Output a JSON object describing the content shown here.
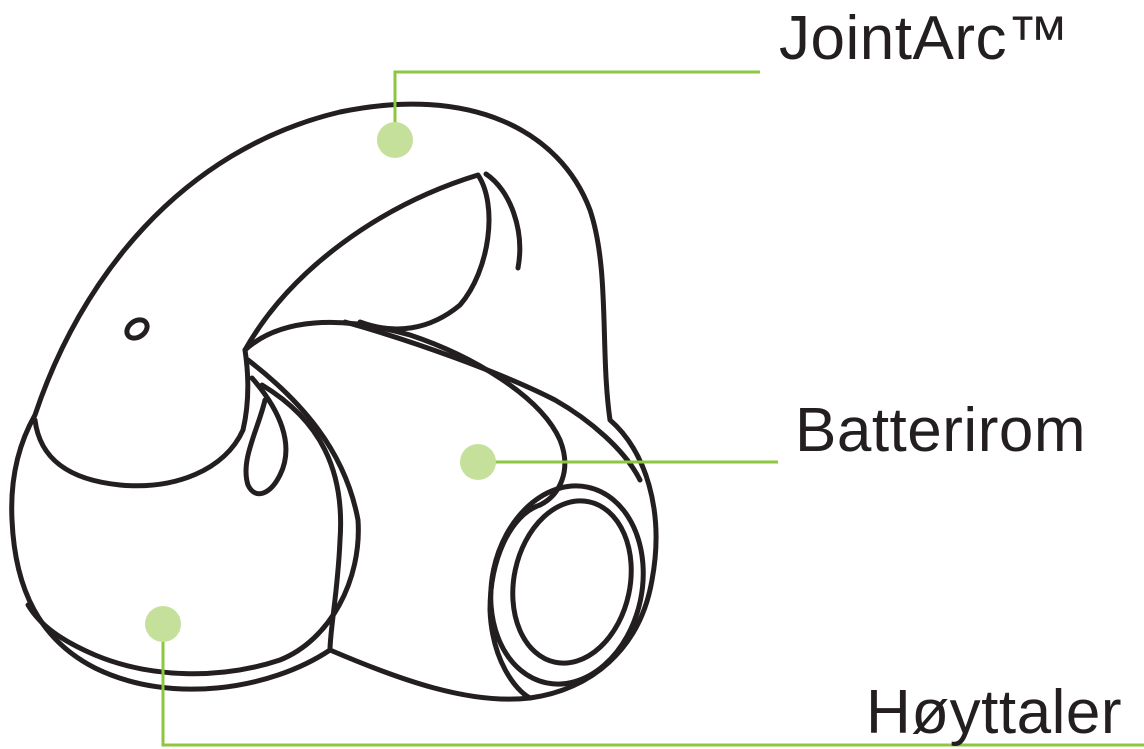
{
  "labels": {
    "jointarc": "JointArc™",
    "battery": "Batterirom",
    "speaker": "Høyttaler"
  },
  "colors": {
    "outline": "#231f20",
    "leader": "#8dc63f",
    "marker": "#c5e09a"
  }
}
